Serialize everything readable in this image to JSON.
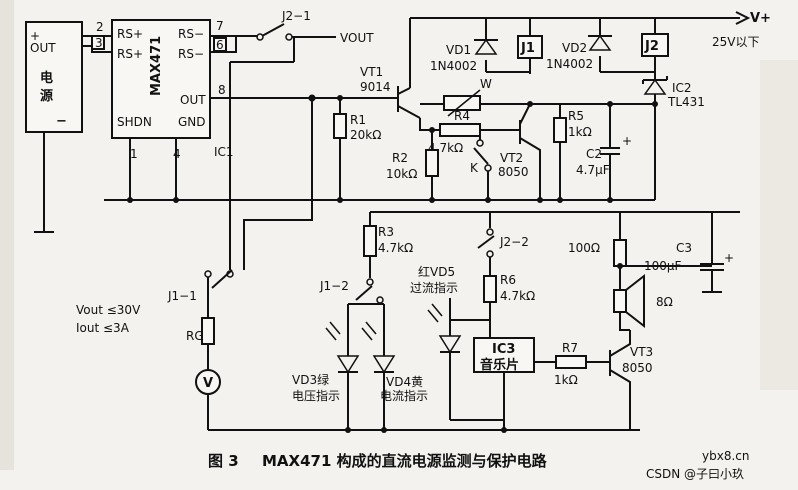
{
  "labels": {
    "supply_plus": "+",
    "supply_minus": "−",
    "supply_name_1": "电",
    "supply_name_2": "源",
    "supply_out": "OUT",
    "pin_2": "2",
    "pin_3": "3",
    "pin_7": "7",
    "pin_6": "6",
    "pin_8": "8",
    "pin_1": "1",
    "pin_4": "4",
    "ic1_rs1": "RS+",
    "ic1_rs2": "RS+",
    "ic1_rsm1": "RS−",
    "ic1_rsm2": "RS−",
    "ic1_out": "OUT",
    "ic1_shdn": "SHDN",
    "ic1_gnd": "GND",
    "ic1_name": "MAX471",
    "ic1_ref": "IC1",
    "j21": "J2−1",
    "vout": "VOUT",
    "vplus": "V+",
    "v25": "25V以下",
    "vd1": "VD1",
    "vd1_part": "1N4002",
    "j1": "J1",
    "vd2": "VD2",
    "vd2_part": "1N4002",
    "j2": "J2",
    "vt1": "VT1",
    "vt1_part": "9014",
    "w": "W",
    "ic2": "IC2",
    "ic2_part": "TL431",
    "r1": "R1",
    "r1_val": "20kΩ",
    "r4": "R4",
    "r4_val": "4.7kΩ",
    "r5": "R5",
    "r5_val": "1kΩ",
    "r2": "R2",
    "r2_val": "10kΩ",
    "k": "K",
    "vt2": "VT2",
    "vt2_part": "8050",
    "c2": "C2",
    "c2_val": "4.7μF",
    "r3": "R3",
    "r3_val": "4.7kΩ",
    "j22": "J2−2",
    "r100": "100Ω",
    "c3": "C3",
    "c3_val": "100μF",
    "j12": "J1−2",
    "vd5": "红VD5",
    "vd5_desc": "过流指示",
    "r6": "R6",
    "r6_val": "4.7kΩ",
    "spk_val": "8Ω",
    "j11": "J1−1",
    "vout_lim": "Vout ≤30V",
    "iout_lim": "Iout ≤3A",
    "rg": "RG",
    "ic3": "IC3",
    "ic3_name": "音乐片",
    "r7": "R7",
    "r7_val": "1kΩ",
    "vt3": "VT3",
    "vt3_part": "8050",
    "vd3": "VD3绿",
    "vd3_desc": "电压指示",
    "vd4": "VD4黄",
    "vd4_desc": "电流指示",
    "meter": "V"
  },
  "caption": {
    "figure_no": "图 3",
    "title": "MAX471 构成的直流电源监测与保护电路"
  },
  "watermark": {
    "site": "ybx8.cn",
    "author": "CSDN @子曰小玖"
  }
}
